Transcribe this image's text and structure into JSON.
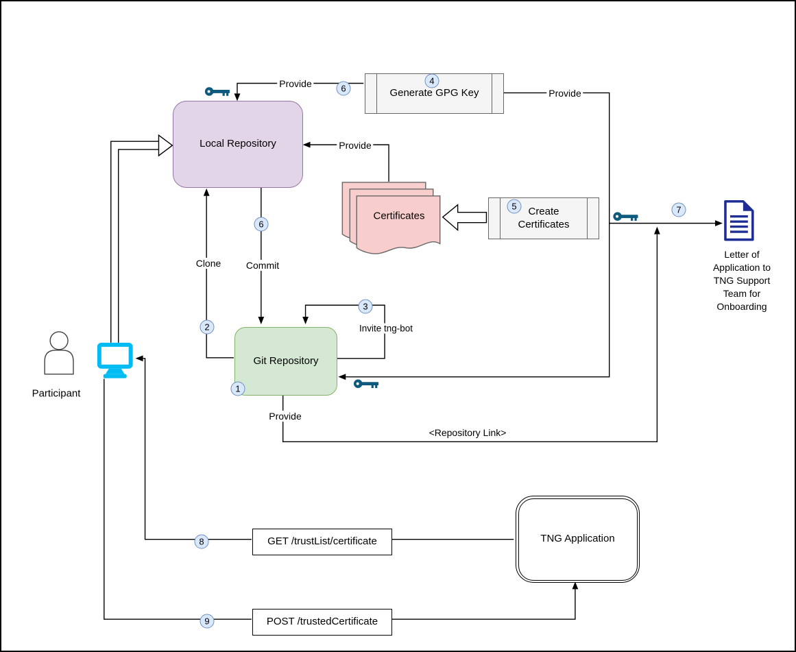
{
  "diagram": {
    "nodes": {
      "local_repository": {
        "label": "Local Repository"
      },
      "git_repository": {
        "label": "Git Repository"
      },
      "generate_gpg_key": {
        "label": "Generate GPG Key"
      },
      "create_certificates": {
        "label": "Create Certificates"
      },
      "certificates": {
        "label": "Certificates"
      },
      "tng_application": {
        "label": "TNG Application"
      },
      "get_endpoint": {
        "label": "GET /trustList/certificate"
      },
      "post_endpoint": {
        "label": "POST /trustedCertificate"
      },
      "letter_of_application": {
        "label": "Letter of Application to TNG Support Team for Onboarding"
      },
      "participant": {
        "label": "Participant"
      }
    },
    "edge_labels": {
      "provide_top": "Provide",
      "provide_mid": "Provide",
      "provide_right": "Provide",
      "provide_git": "Provide",
      "clone": "Clone",
      "commit": "Commit",
      "invite_tng_bot": "Invite tng-bot",
      "repository_link": "<Repository Link>"
    },
    "steps": {
      "s1": "1",
      "s2": "2",
      "s3": "3",
      "s4": "4",
      "s5": "5",
      "s6a": "6",
      "s6b": "6",
      "s7": "7",
      "s8": "8",
      "s9": "9"
    },
    "icons": {
      "key": "key-icon",
      "monitor": "monitor-icon",
      "person": "person-icon",
      "document": "document-icon"
    },
    "colors": {
      "local_repository_fill": "#E1D5E7",
      "local_repository_stroke": "#9673A6",
      "git_repository_fill": "#D5E8D4",
      "git_repository_stroke": "#82B366",
      "certificates_fill": "#F8CECC",
      "certificates_stroke": "#666666",
      "process_fill": "#F5F5F5",
      "process_stroke": "#666666",
      "step_badge_fill": "#DAE8FC",
      "step_badge_stroke": "#6C8EBF",
      "key_icon": "#0E5A7D",
      "monitor_icon": "#00BCF2",
      "document_icon": "#1F2E95",
      "line": "#000000"
    }
  }
}
